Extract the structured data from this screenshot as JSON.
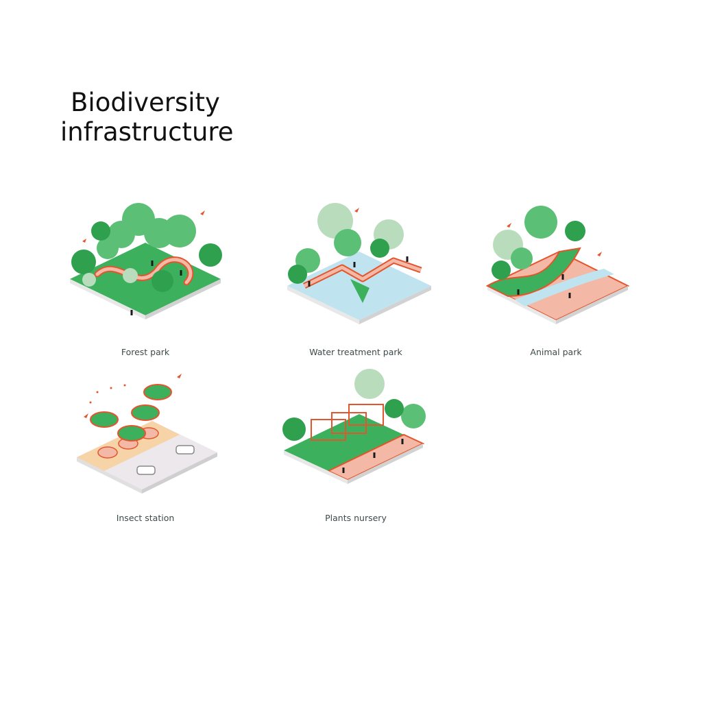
{
  "title": "Biodiversity infrastructure",
  "colors": {
    "grass": "#3cb05c",
    "tree_dark": "#2ea04e",
    "tree_mid": "#5cbf76",
    "tree_light": "#b9dcbc",
    "water": "#bfe4f0",
    "path": "#f4b8a6",
    "accent": "#e3552c",
    "sand": "#f7d3a8",
    "road": "#ece8ec",
    "figure": "#1a1a1a"
  },
  "panels": [
    {
      "label": "Forest park",
      "icon": "forest-park-illustration"
    },
    {
      "label": "Water treatment park",
      "icon": "water-treatment-park-illustration"
    },
    {
      "label": "Animal park",
      "icon": "animal-park-illustration"
    },
    {
      "label": "Insect station",
      "icon": "insect-station-illustration"
    },
    {
      "label": "Plants nursery",
      "icon": "plants-nursery-illustration"
    }
  ]
}
